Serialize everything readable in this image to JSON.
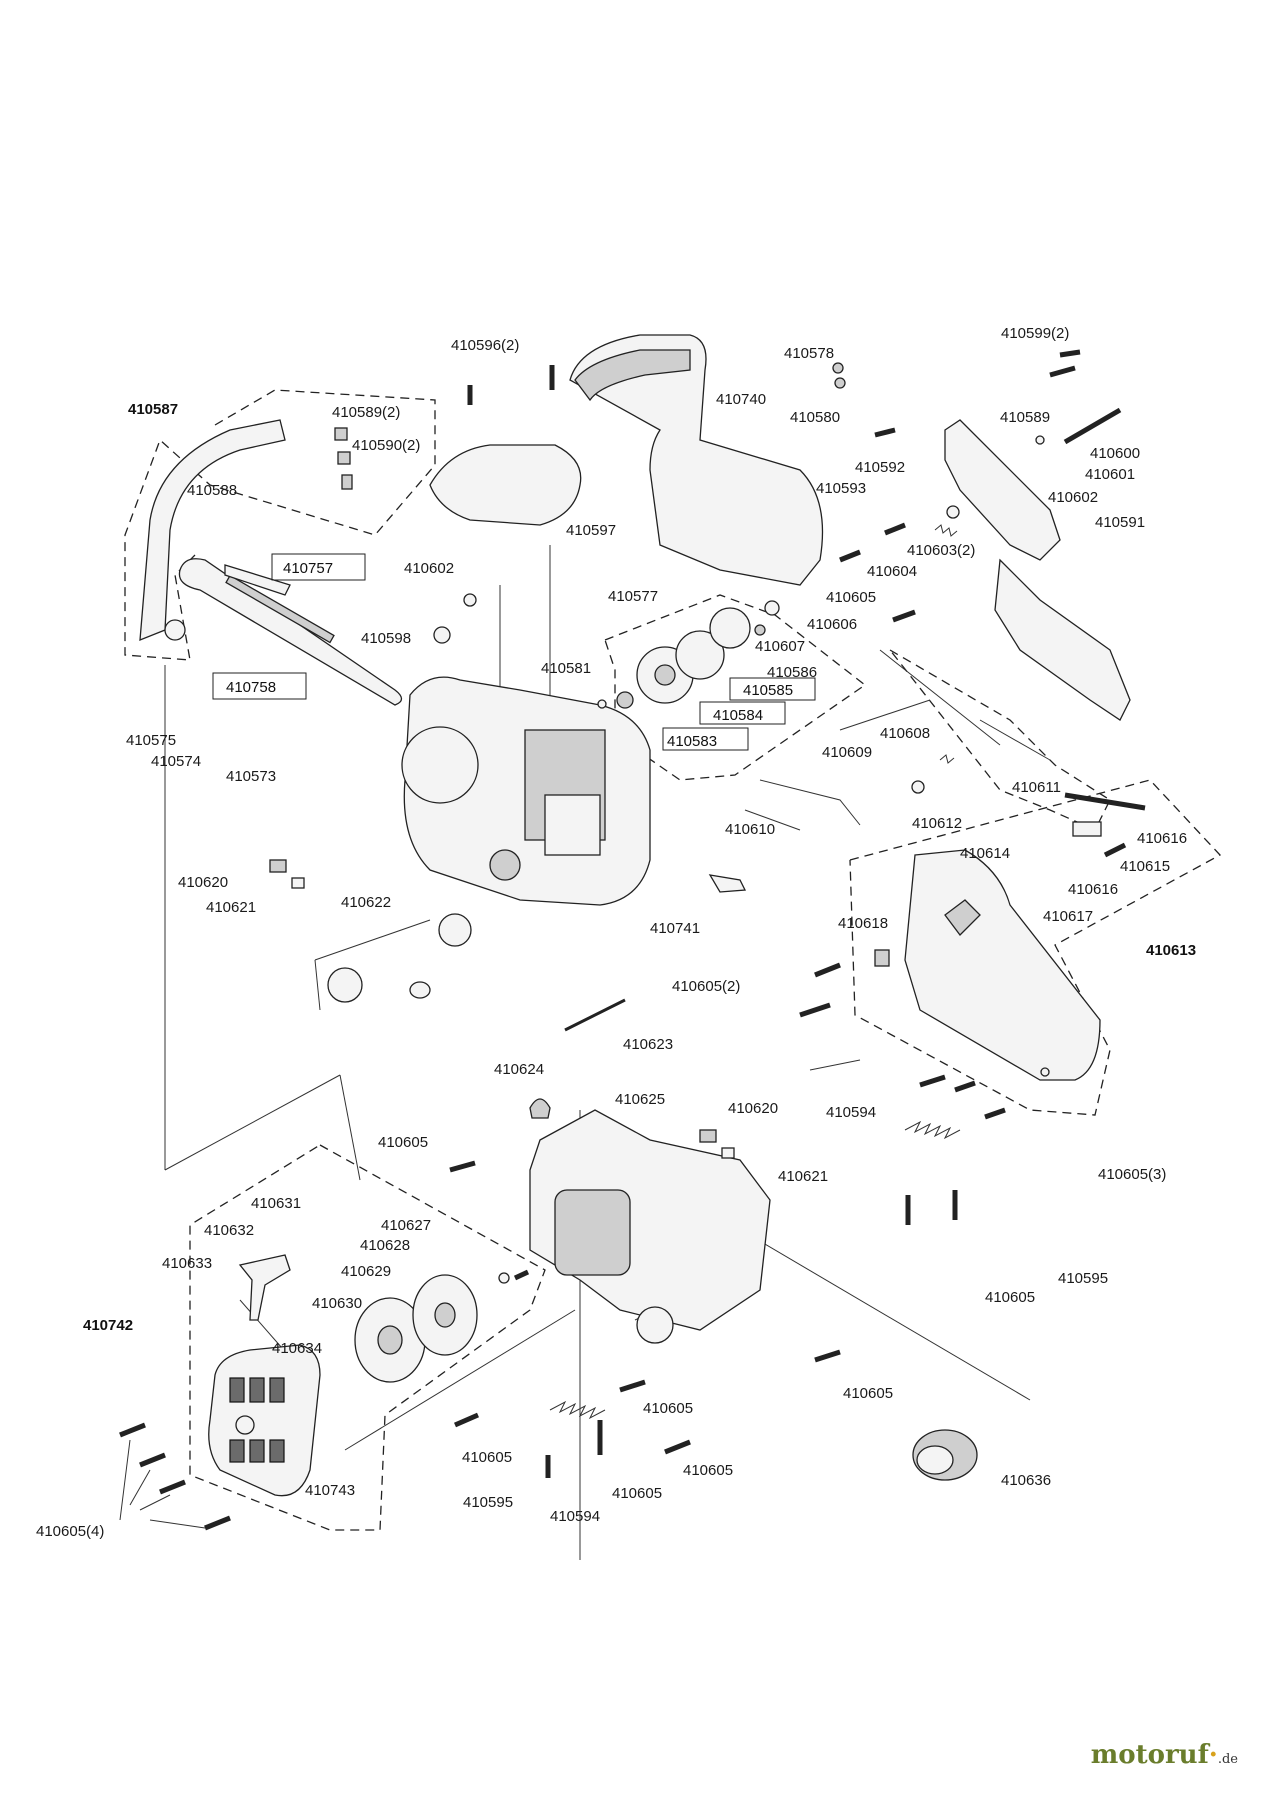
{
  "labels": {
    "l410596_2": "410596(2)",
    "l410578": "410578",
    "l410599_2": "410599(2)",
    "l410587": "410587",
    "l410589_2": "410589(2)",
    "l410590_2": "410590(2)",
    "l410740": "410740",
    "l410580": "410580",
    "l410589": "410589",
    "l410600": "410600",
    "l410601": "410601",
    "l410588": "410588",
    "l410592": "410592",
    "l410602a": "410602",
    "l410593": "410593",
    "l410591": "410591",
    "l410597": "410597",
    "l410603_2": "410603(2)",
    "l410757": "410757",
    "l410602b": "410602",
    "l410604": "410604",
    "l410577": "410577",
    "l410605a": "410605",
    "l410598": "410598",
    "l410606": "410606",
    "l410607": "410607",
    "l410581": "410581",
    "l410586": "410586",
    "l410758": "410758",
    "l410585": "410585",
    "l410584": "410584",
    "l410575": "410575",
    "l410583": "410583",
    "l410608": "410608",
    "l410574": "410574",
    "l410609": "410609",
    "l410573": "410573",
    "l410611": "410611",
    "l410610": "410610",
    "l410612": "410612",
    "l410616a": "410616",
    "l410614": "410614",
    "l410615": "410615",
    "l410620a": "410620",
    "l410616b": "410616",
    "l410621a": "410621",
    "l410622": "410622",
    "l410618": "410618",
    "l410617": "410617",
    "l410741": "410741",
    "l410613": "410613",
    "l410605_2": "410605(2)",
    "l410623": "410623",
    "l410624": "410624",
    "l410625": "410625",
    "l410620b": "410620",
    "l410594a": "410594",
    "l410605b": "410605",
    "l410621b": "410621",
    "l410605_3": "410605(3)",
    "l410631": "410631",
    "l410627": "410627",
    "l410632": "410632",
    "l410628": "410628",
    "l410633": "410633",
    "l410629": "410629",
    "l410595a": "410595",
    "l410630": "410630",
    "l410605c": "410605",
    "l410742": "410742",
    "l410634": "410634",
    "l410605d": "410605",
    "l410605e": "410605",
    "l410605f": "410605",
    "l410605g": "410605",
    "l410636": "410636",
    "l410743": "410743",
    "l410595b": "410595",
    "l410605h": "410605",
    "l410594b": "410594",
    "l410605_4": "410605(4)"
  },
  "brand": {
    "name": "motoruf",
    "suffix": ".de",
    "color": "#6a7d2c",
    "dot_color": "#d8a21c"
  }
}
